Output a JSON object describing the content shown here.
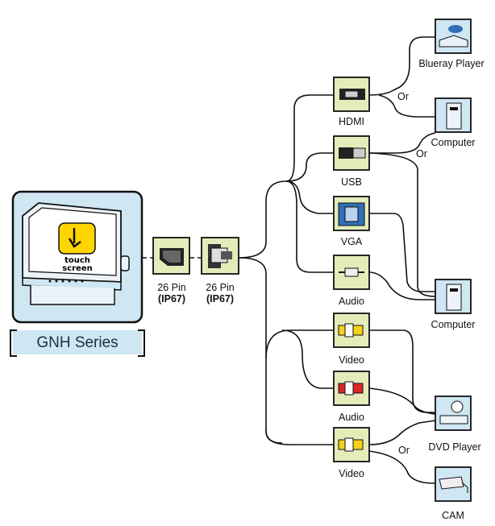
{
  "monitor": {
    "screen_text": [
      "touch",
      "screen"
    ]
  },
  "series_label": "GNH Series",
  "connectors": {
    "left": {
      "pin": "26 Pin",
      "rating": "(IP67)"
    },
    "right": {
      "pin": "26 Pin",
      "rating": "(IP67)"
    }
  },
  "ports": [
    {
      "id": "hdmi",
      "label": "HDMI"
    },
    {
      "id": "usb",
      "label": "USB"
    },
    {
      "id": "vga",
      "label": "VGA"
    },
    {
      "id": "audio1",
      "label": "Audio"
    },
    {
      "id": "video1",
      "label": "Video"
    },
    {
      "id": "audio2",
      "label": "Audio"
    },
    {
      "id": "video2",
      "label": "Video"
    }
  ],
  "devices": {
    "bluray": "Blueray Player",
    "computer1": "Computer",
    "computer2": "Computer",
    "dvd": "DVD Player",
    "cam": "CAM"
  },
  "or_labels": [
    "Or",
    "Or",
    "Or"
  ],
  "colors": {
    "port_fill": "#e4ecba",
    "device_fill": "#cfe6f3",
    "monitor_frame": "#cfe6f3",
    "touch_badge": "#ffd500",
    "vga_blue": "#2f6fb5",
    "rca_yellow": "#f5d21c",
    "rca_red": "#d9262a"
  }
}
